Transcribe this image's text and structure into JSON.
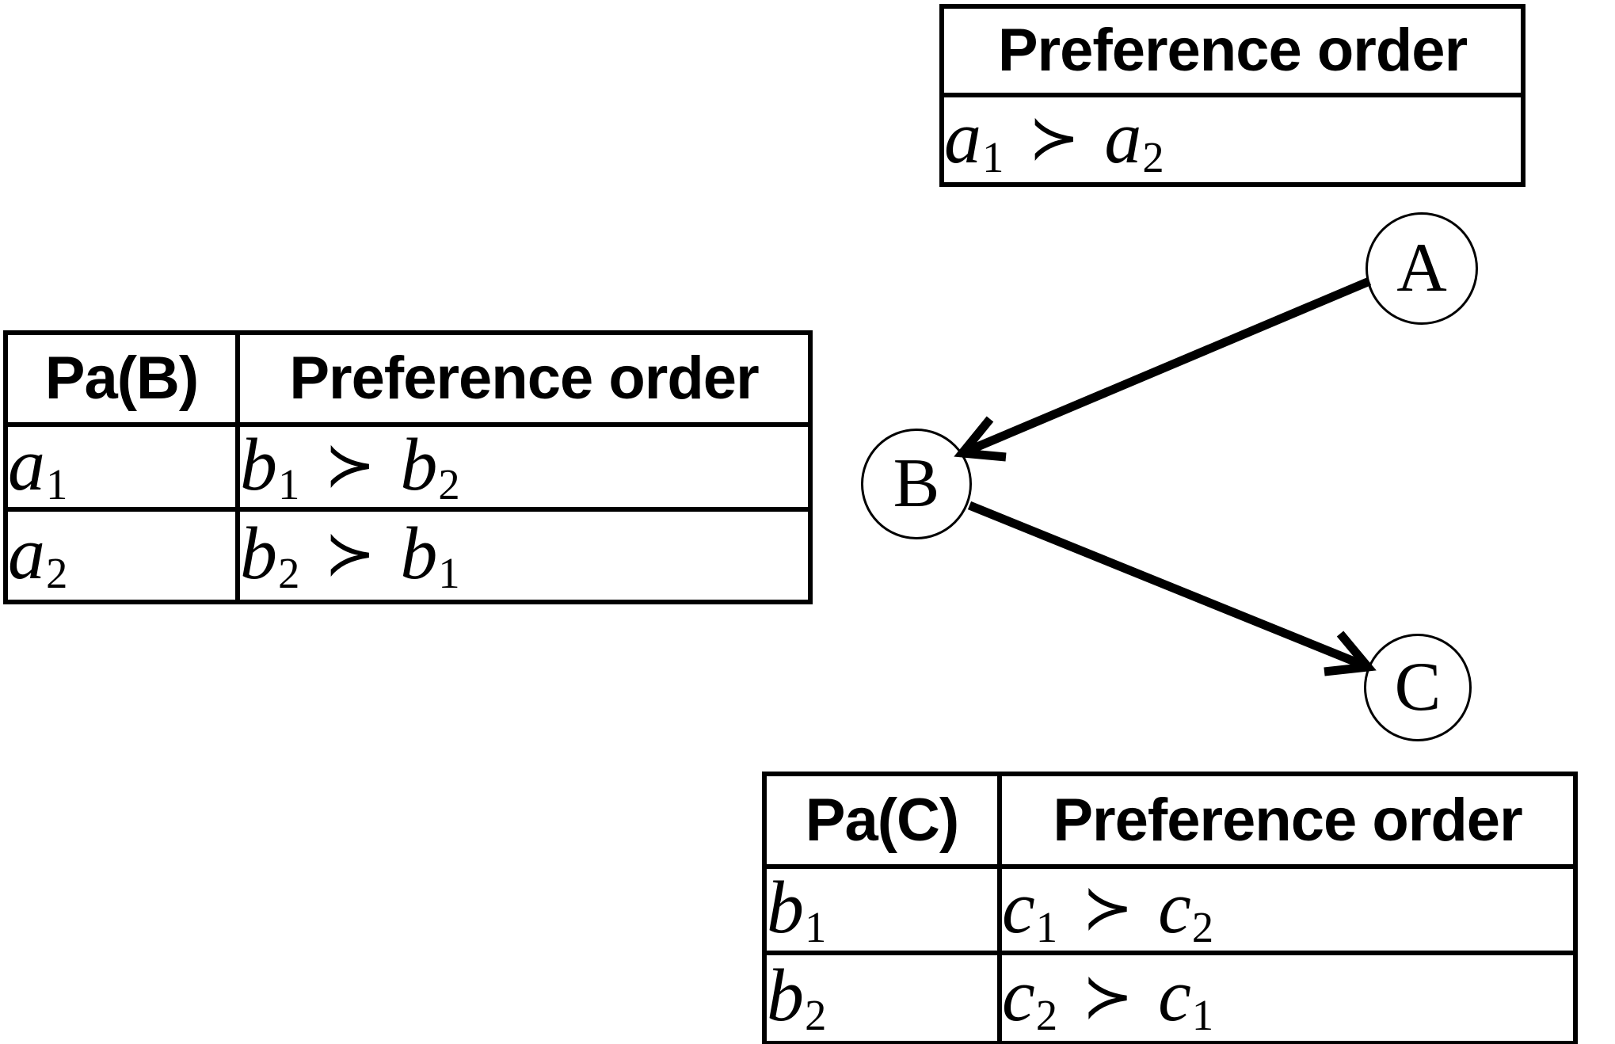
{
  "figure": {
    "kind": "cp-net diagram",
    "ink_color": "#000000",
    "background_color": "#ffffff"
  },
  "graph": {
    "nodes": [
      {
        "id": "A",
        "label": "A"
      },
      {
        "id": "B",
        "label": "B"
      },
      {
        "id": "C",
        "label": "C"
      }
    ],
    "edges": [
      {
        "from": "A",
        "to": "B"
      },
      {
        "from": "B",
        "to": "C"
      }
    ]
  },
  "tables": {
    "node_a": {
      "headers": [
        "Preference order"
      ],
      "rows": [
        [
          "a_1 ≻ a_2"
        ]
      ]
    },
    "node_b": {
      "headers": [
        "Pa(B)",
        "Preference order"
      ],
      "rows": [
        [
          "a_1",
          "b_1 ≻ b_2"
        ],
        [
          "a_2",
          "b_2 ≻ b_1"
        ]
      ]
    },
    "node_c": {
      "headers": [
        "Pa(C)",
        "Preference order"
      ],
      "rows": [
        [
          "b_1",
          "c_1 ≻ c_2"
        ],
        [
          "b_2",
          "c_2 ≻ c_1"
        ]
      ]
    }
  }
}
